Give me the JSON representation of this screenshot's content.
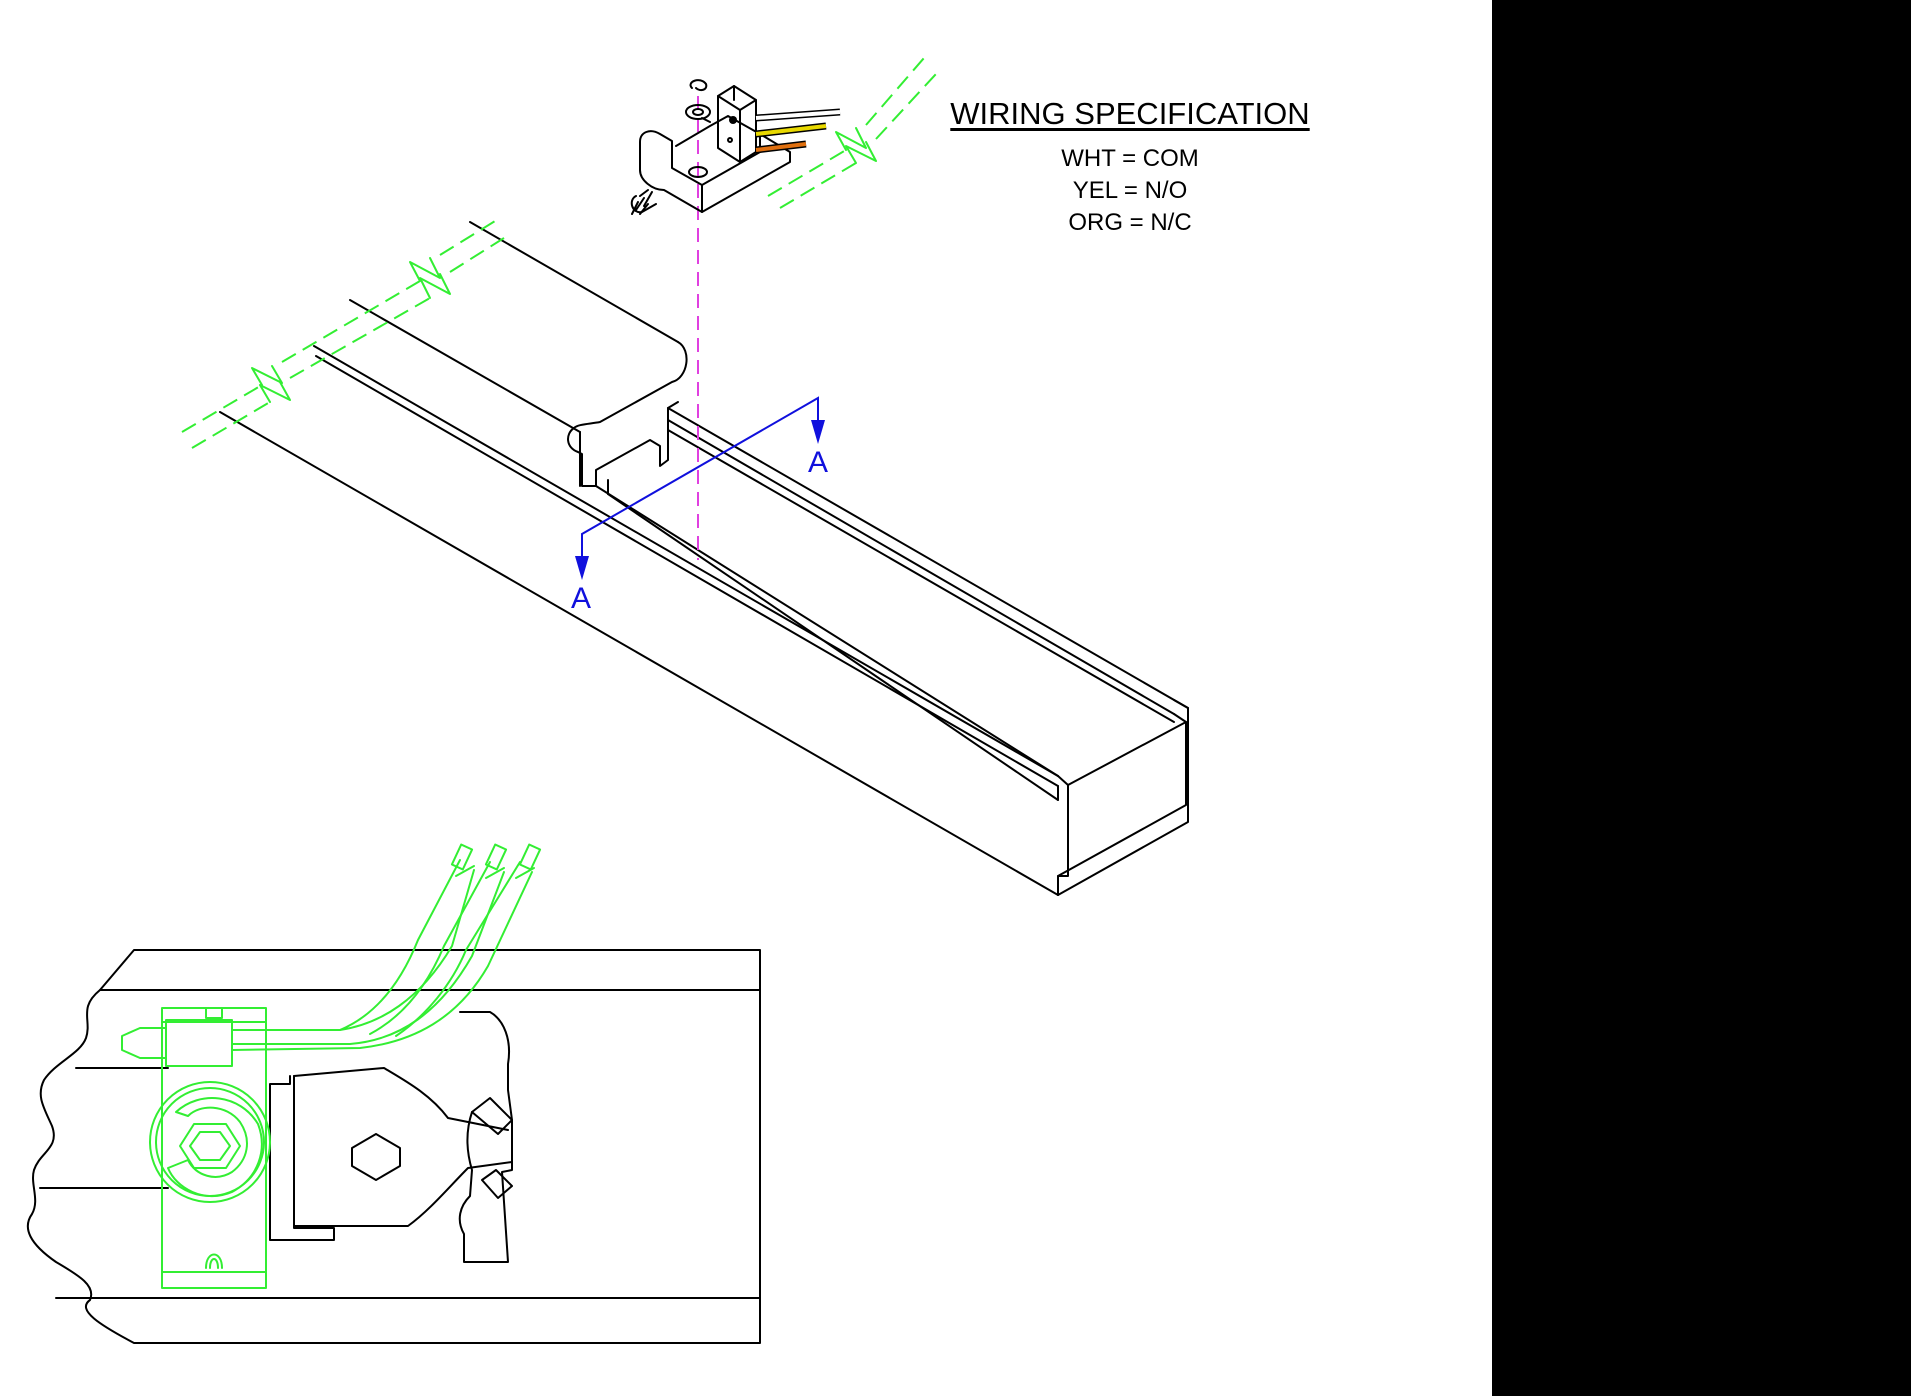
{
  "wiring_specification": {
    "title": "WIRING SPECIFICATION",
    "lines": [
      "WHT = COM",
      "YEL = N/O",
      "ORG = N/C"
    ]
  },
  "section_marker": {
    "label_left": "A",
    "label_right": "A"
  },
  "colors": {
    "wire_white": "#ffffff",
    "wire_yellow": "#e8d800",
    "wire_orange": "#e07010",
    "phantom_green": "#33ee33",
    "section_blue": "#1010dd",
    "centerline_magenta": "#e040e0"
  }
}
